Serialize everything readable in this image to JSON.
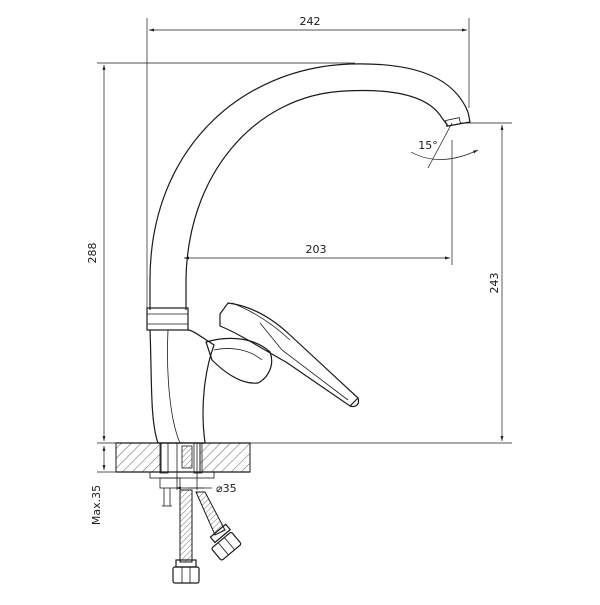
{
  "dimensions": {
    "total_width": "242",
    "total_height": "288",
    "spout_reach": "203",
    "spout_height": "243",
    "spout_angle": "15°",
    "hole_diameter": "⌀35",
    "max_thickness": "Max.35"
  },
  "colors": {
    "line": "#1a1a1a",
    "background": "#ffffff"
  }
}
